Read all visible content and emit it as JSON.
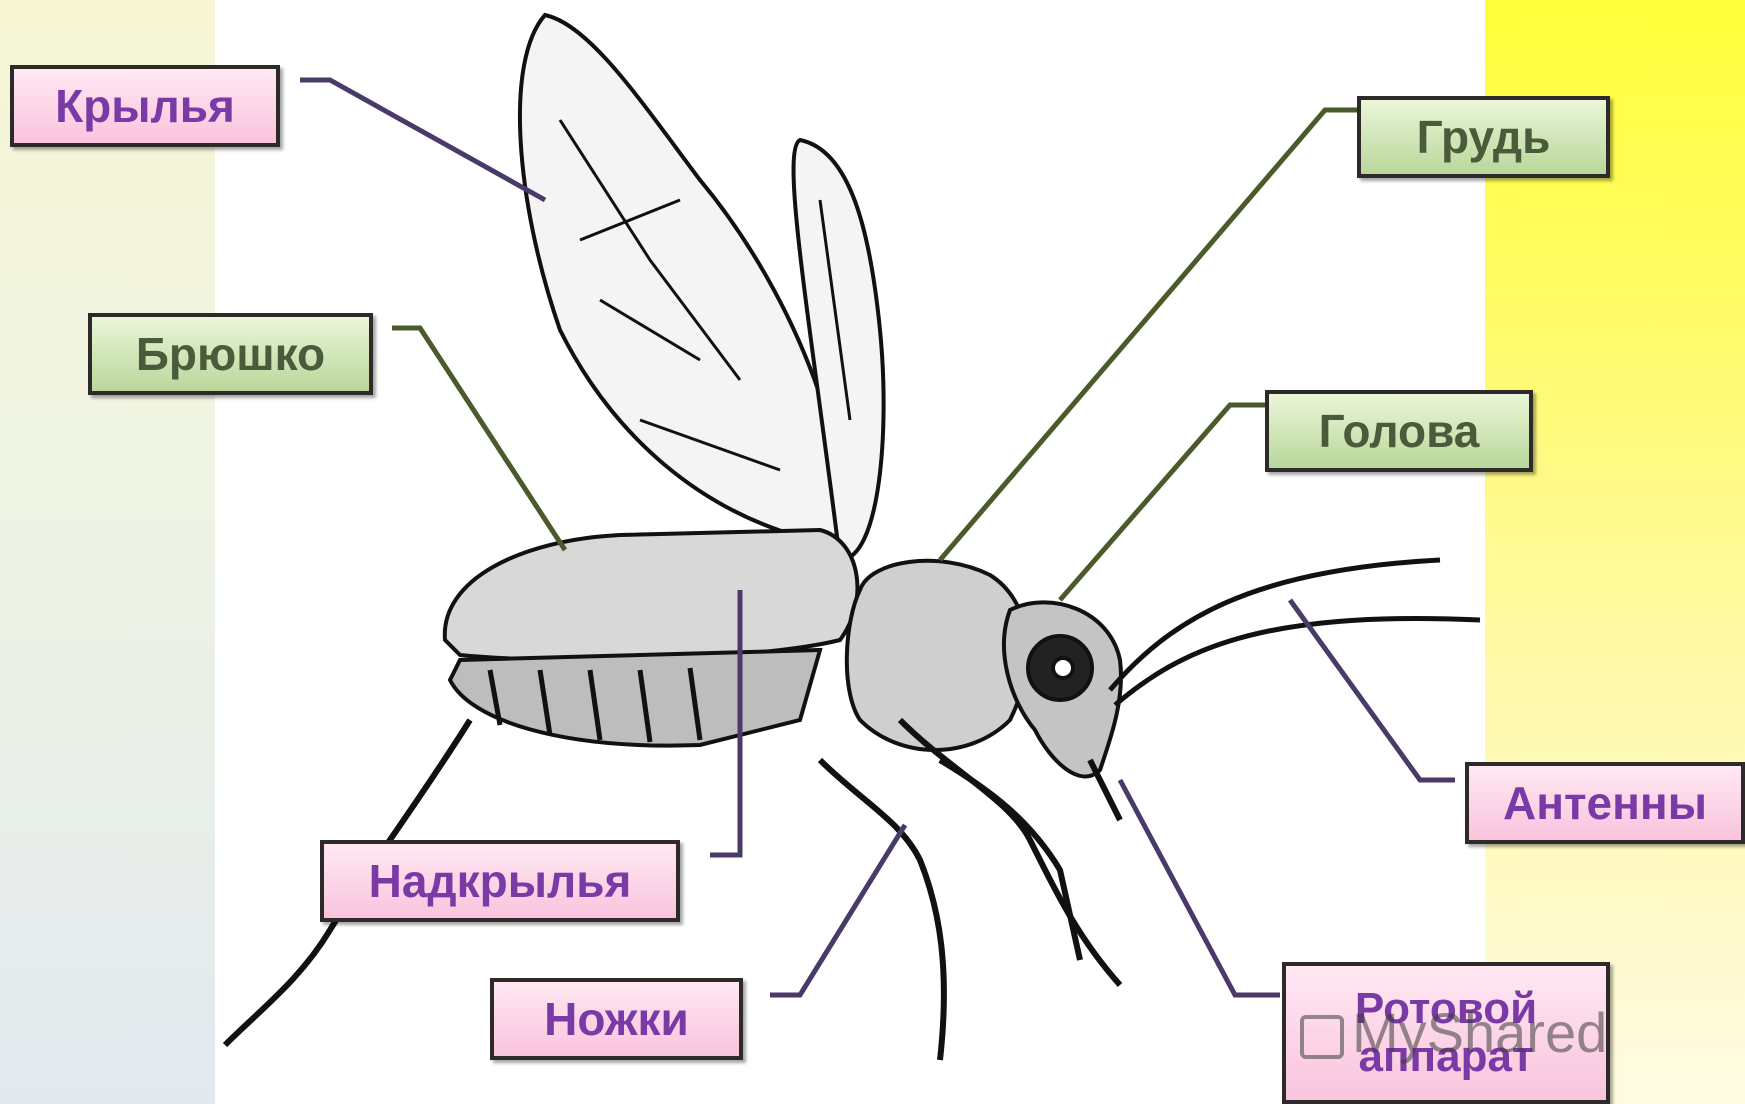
{
  "labels": {
    "wings": "Крылья",
    "abdomen": "Брюшко",
    "elytra": "Надкрылья",
    "legs": "Ножки",
    "thorax": "Грудь",
    "head": "Голова",
    "antennae": "Антенны",
    "mouthparts_line1": "Ротовой",
    "mouthparts_line2": "аппарат"
  },
  "watermark": "MyShared",
  "colors": {
    "pink_text": "#7a3aa6",
    "green_text": "#4a5a3a",
    "pink_leader": "#4a3a6a",
    "green_leader": "#4a5a2a",
    "right_band": "#ffff3a"
  }
}
